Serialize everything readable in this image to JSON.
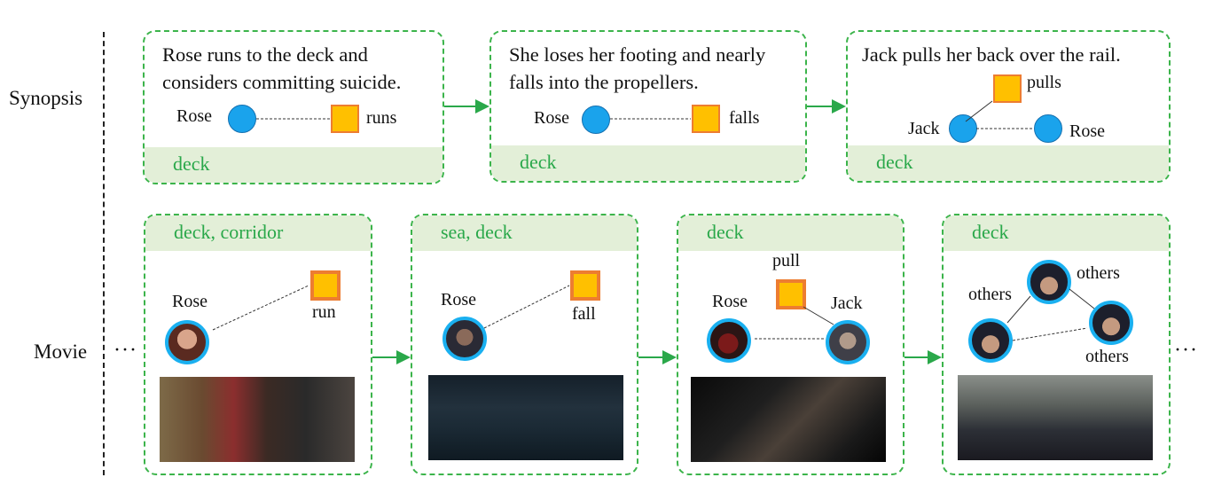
{
  "rows": {
    "synopsis": "Synopsis",
    "movie": "Movie"
  },
  "ellipsis": "···",
  "synopsis": [
    {
      "text": "Rose runs to the deck and considers committing suicide.",
      "place": "deck",
      "nodes": {
        "char1": "Rose",
        "action": "runs"
      }
    },
    {
      "text": "She loses her footing and nearly falls into the propellers.",
      "place": "deck",
      "nodes": {
        "char1": "Rose",
        "action": "falls"
      }
    },
    {
      "text": "Jack pulls her back over the rail.",
      "place": "deck",
      "nodes": {
        "action": "pulls",
        "char1": "Jack",
        "char2": "Rose"
      }
    }
  ],
  "movie": [
    {
      "place": "deck, corridor",
      "nodes": {
        "char1": "Rose",
        "action": "run"
      }
    },
    {
      "place": "sea, deck",
      "nodes": {
        "char1": "Rose",
        "action": "fall"
      }
    },
    {
      "place": "deck",
      "nodes": {
        "action": "pull",
        "char1": "Rose",
        "char2": "Jack"
      }
    },
    {
      "place": "deck",
      "nodes": {
        "char1": "others",
        "char2": "others",
        "char3": "others"
      }
    }
  ],
  "colors": {
    "border": "#3cb44b",
    "band": "#e3efd8",
    "place_text": "#2aa84a",
    "circle": "#1aa3ec",
    "square": "#ffc000",
    "square_border": "#ed7d31",
    "arrow": "#2aa84a"
  }
}
